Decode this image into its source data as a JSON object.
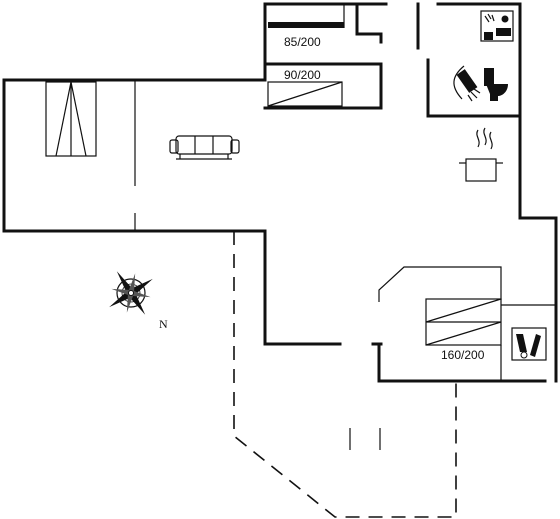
{
  "beds": [
    {
      "id": "bed-top-1",
      "label": "85/200"
    },
    {
      "id": "bed-top-2",
      "label": "90/200"
    },
    {
      "id": "bed-right",
      "label": "160/200"
    }
  ],
  "compass": {
    "north_label": "N"
  },
  "icons": [
    "sauna-icon",
    "shower-icon",
    "toilet-icon",
    "kitchen-pot-icon",
    "sofa-icon",
    "utility-room-icon",
    "compass-rose-icon"
  ],
  "colors": {
    "wall": "#111111",
    "background": "#ffffff"
  }
}
